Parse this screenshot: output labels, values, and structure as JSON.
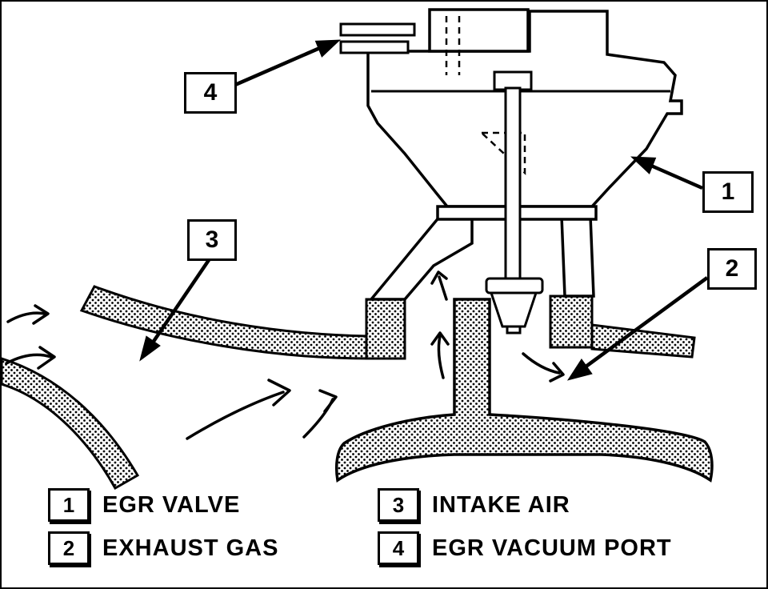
{
  "diagram": {
    "callouts": [
      {
        "number": "1"
      },
      {
        "number": "2"
      },
      {
        "number": "3"
      },
      {
        "number": "4"
      }
    ]
  },
  "legend": {
    "items": [
      {
        "number": "1",
        "label": "EGR VALVE"
      },
      {
        "number": "2",
        "label": "EXHAUST GAS"
      },
      {
        "number": "3",
        "label": "INTAKE AIR"
      },
      {
        "number": "4",
        "label": "EGR VACUUM PORT"
      }
    ]
  },
  "colors": {
    "ink": "#000000",
    "paper": "#ffffff"
  }
}
